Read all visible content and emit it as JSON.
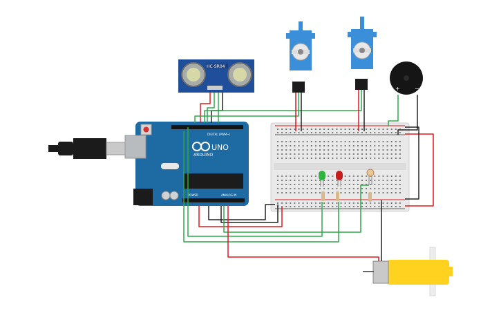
{
  "components": {
    "ultrasonic": {
      "label": "HC-SR04"
    },
    "arduino": {
      "brand": "ARDUINO",
      "model": "UNO",
      "digital_header": "DIGITAL (PWM~)",
      "power_header": "POWER",
      "analog_header": "ANALOG IN"
    },
    "buzzer": {
      "plus": "+",
      "minus": "−"
    }
  },
  "colors": {
    "board": "#1e6aa3",
    "breadboard": "#e9e9e9",
    "servo": "#3b8fd8",
    "motor": "#ffd21f",
    "wire_red": "#e0191c",
    "wire_black": "#222222",
    "wire_green": "#2fa84a",
    "led_green": "#2fb53f",
    "led_red": "#c81d1d"
  }
}
